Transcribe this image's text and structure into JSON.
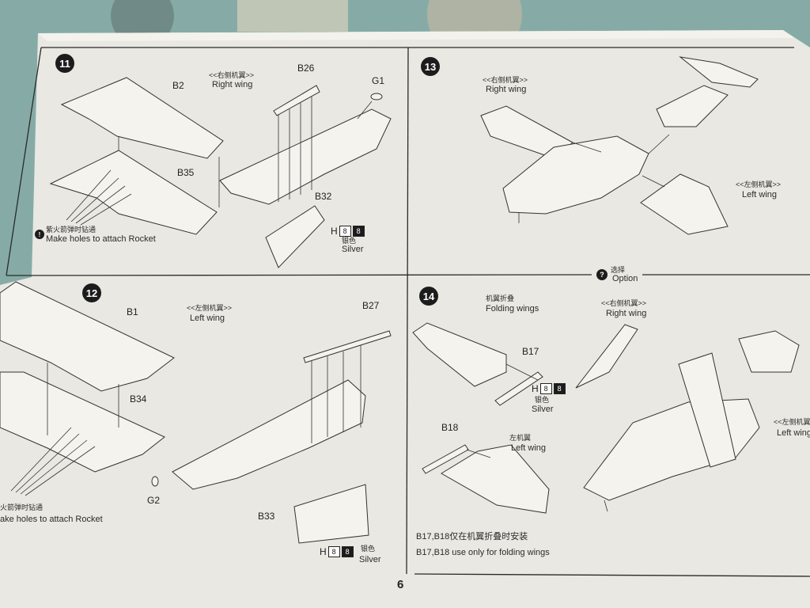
{
  "page_number": "6",
  "steps": {
    "s11": {
      "number": "11",
      "wing_cn": "<<右侧机翼>>",
      "wing_en": "Right wing",
      "parts": [
        "B2",
        "B26",
        "G1",
        "B35",
        "B32"
      ],
      "note_icon": "!",
      "note_cn": "紫火箭弹时钻通",
      "note_en": "Make holes to attach Rocket",
      "paint_code": "H",
      "paint_box1": "8",
      "paint_box2": "8",
      "paint_cn": "银色",
      "paint_en": "Silver"
    },
    "s12": {
      "number": "12",
      "wing_cn": "<<左侧机翼>>",
      "wing_en": "Left wing",
      "parts": [
        "B1",
        "B27",
        "B34",
        "G2",
        "B33"
      ],
      "note_cn": "火箭弹时钻通",
      "note_en": "ake holes to attach Rocket",
      "paint_code": "H",
      "paint_box1": "8",
      "paint_box2": "8",
      "paint_cn": "银色",
      "paint_en": "Silver"
    },
    "s13": {
      "number": "13",
      "right_cn": "<<右侧机翼>>",
      "right_en": "Right wing",
      "left_cn": "<<左侧机翼>>",
      "left_en": "Left wing"
    },
    "s14": {
      "number": "14",
      "option_icon": "?",
      "option_cn": "选择",
      "option_en": "Option",
      "fold_cn": "机翼折叠",
      "fold_en": "Folding wings",
      "right_cn": "<<右侧机翼>>",
      "right_en": "Right wing",
      "left_cn": "<<左侧机翼",
      "left_en": "Left wing",
      "part_b17": "B17",
      "part_b18": "B18",
      "left_wing_cn": "左机翼",
      "left_wing_en": "Left wing",
      "paint_code": "H",
      "paint_box1": "8",
      "paint_box2": "8",
      "paint_cn": "银色",
      "paint_en": "Silver",
      "footnote_cn": "B17,B18仅在机翼折叠时安装",
      "footnote_en": "B17,B18 use only for folding wings"
    }
  }
}
